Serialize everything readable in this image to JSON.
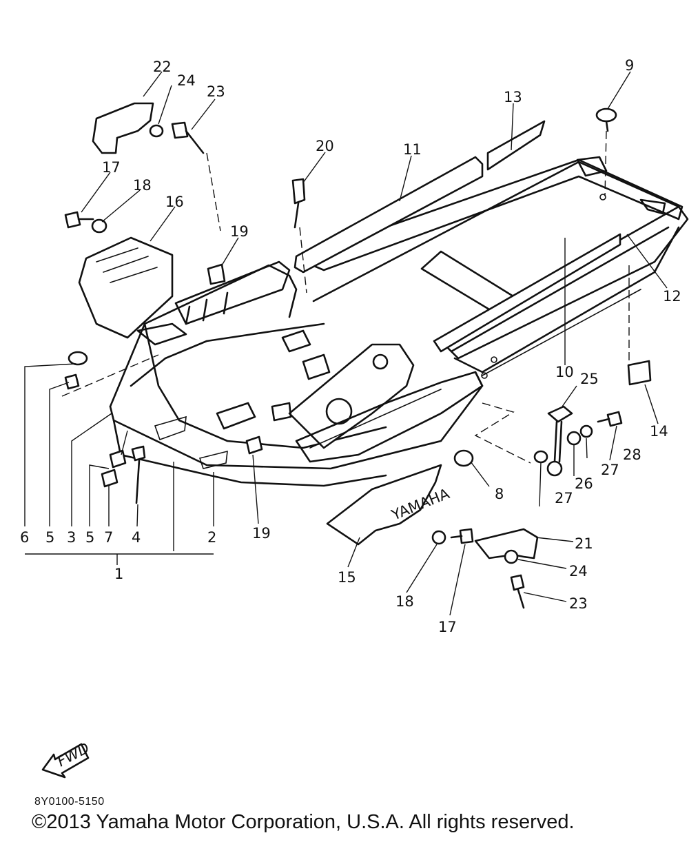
{
  "diagram": {
    "callouts": {
      "c1": "1",
      "c2": "2",
      "c3": "3",
      "c4": "4",
      "c5a": "5",
      "c5b": "5",
      "c6": "6",
      "c7": "7",
      "c8": "8",
      "c9": "9",
      "c10": "10",
      "c11": "11",
      "c12": "12",
      "c13": "13",
      "c14": "14",
      "c15": "15",
      "c16": "16",
      "c17a": "17",
      "c17b": "17",
      "c18a": "18",
      "c18b": "18",
      "c19a": "19",
      "c19b": "19",
      "c20": "20",
      "c21": "21",
      "c22": "22",
      "c23a": "23",
      "c23b": "23",
      "c24a": "24",
      "c24b": "24",
      "c25": "25",
      "c26": "26",
      "c27a": "27",
      "c27b": "27",
      "c28": "28"
    },
    "fwd_label": "FWD",
    "cowl_text": "YAMAHA"
  },
  "footer": {
    "drawing_code": "8Y0100-5150",
    "copyright": "©2013 Yamaha Motor Corporation, U.S.A. All rights reserved."
  }
}
